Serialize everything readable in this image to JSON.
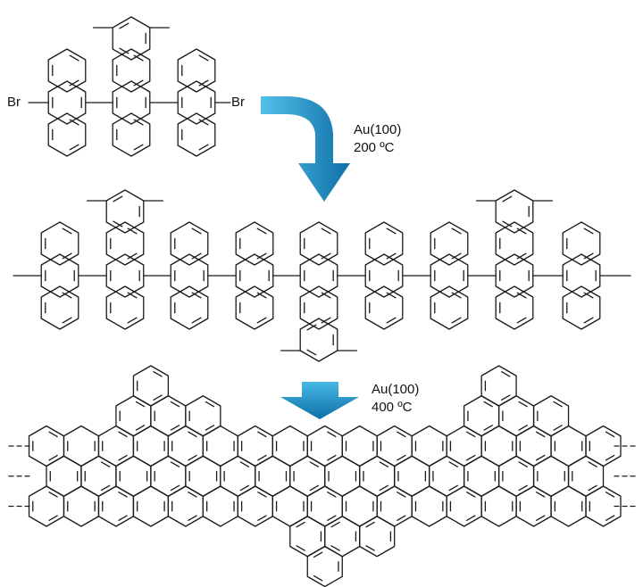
{
  "molecules": {
    "precursor": {
      "left_substituent": "Br",
      "right_substituent": "Br"
    }
  },
  "steps": [
    {
      "substrate": "Au(100)",
      "temperature": "200 ºC",
      "arrow_color": "#1a8fc4"
    },
    {
      "substrate": "Au(100)",
      "temperature": "400 ºC",
      "arrow_color": "#1a8fc4"
    }
  ],
  "colors": {
    "bond": "#1a1a1a",
    "arrow": "#1a8fc4"
  }
}
